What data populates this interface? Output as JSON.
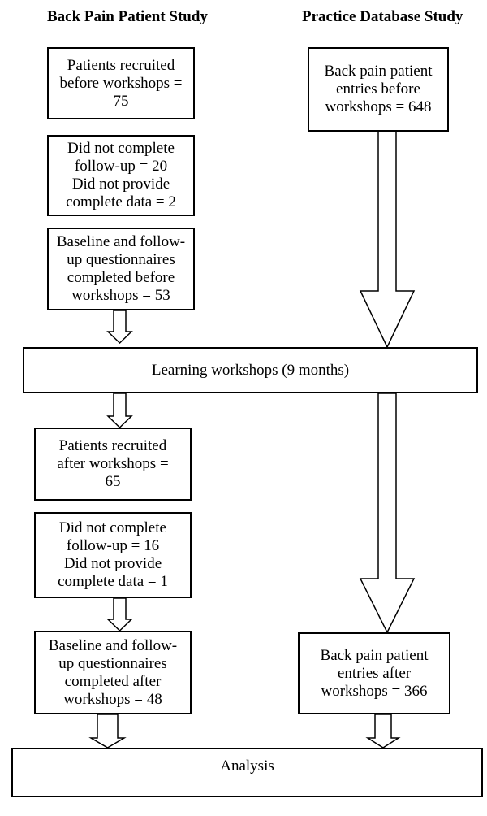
{
  "headings": {
    "left": "Back Pain Patient Study",
    "right": "Practice Database Study"
  },
  "left_column": {
    "recruited_before": "Patients recruited\nbefore workshops =\n75",
    "dropout_before": "Did not complete\nfollow-up = 20\nDid not provide\ncomplete data = 2",
    "completed_before": "Baseline and follow-\nup questionnaires\ncompleted before\nworkshops = 53",
    "recruited_after": "Patients recruited\nafter workshops =\n65",
    "dropout_after": "Did not complete\nfollow-up = 16\nDid not provide\ncomplete data = 1",
    "completed_after": "Baseline and follow-\nup questionnaires\ncompleted after\nworkshops = 48"
  },
  "right_column": {
    "entries_before": "Back pain patient\nentries before\nworkshops = 648",
    "entries_after": "Back pain patient\nentries after\nworkshops = 366"
  },
  "workshops": "Learning workshops (9 months)",
  "analysis": "Analysis"
}
